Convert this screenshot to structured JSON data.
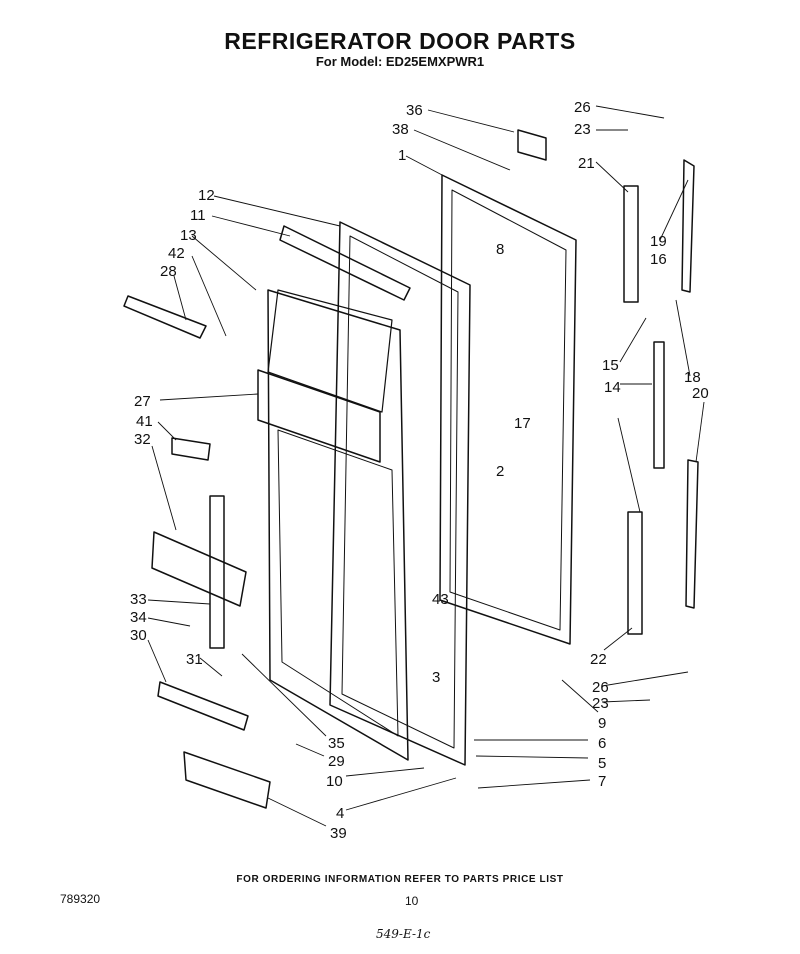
{
  "title": "REFRIGERATOR DOOR PARTS",
  "subtitle": "For Model: ED25EMXPWR1",
  "footer": "FOR ORDERING INFORMATION REFER TO PARTS PRICE LIST",
  "doc_number": "789320",
  "page_number": "10",
  "handwritten_note": "549-E-1c",
  "callouts": [
    "36",
    "38",
    "1",
    "26",
    "23",
    "21",
    "12",
    "11",
    "13",
    "42",
    "28",
    "8",
    "19",
    "16",
    "15",
    "14",
    "18",
    "20",
    "27",
    "41",
    "32",
    "17",
    "2",
    "33",
    "34",
    "30",
    "31",
    "43",
    "3",
    "35",
    "29",
    "10",
    "22",
    "26",
    "23",
    "9",
    "6",
    "5",
    "7",
    "4",
    "39"
  ]
}
